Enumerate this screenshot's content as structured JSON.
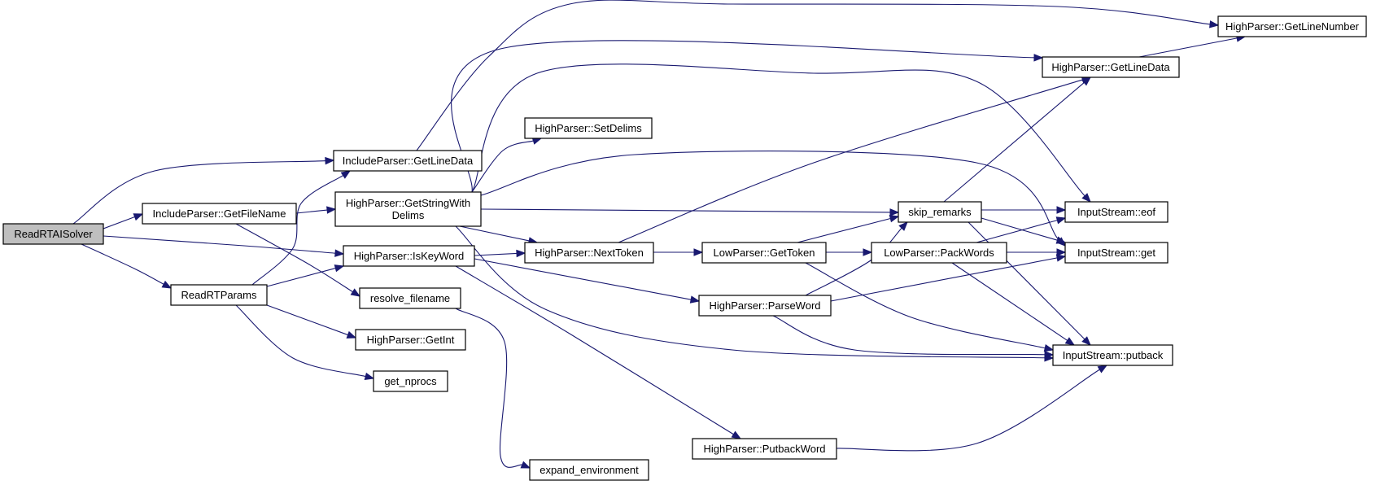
{
  "graph": {
    "edge_color": "#191970",
    "root_fill": "#bfbfbf",
    "node_fill": "#ffffff",
    "nodes": [
      {
        "id": "ReadRTAISolver",
        "lines": [
          "ReadRTAISolver"
        ],
        "root": true
      },
      {
        "id": "IncludeParser_GetLineData",
        "lines": [
          "IncludeParser::GetLineData"
        ]
      },
      {
        "id": "IncludeParser_GetFileName",
        "lines": [
          "IncludeParser::GetFileName"
        ]
      },
      {
        "id": "HighParser_IsKeyWord",
        "lines": [
          "HighParser::IsKeyWord"
        ]
      },
      {
        "id": "ReadRTParams",
        "lines": [
          "ReadRTParams"
        ]
      },
      {
        "id": "HighParser_GetLineNumber",
        "lines": [
          "HighParser::GetLineNumber"
        ]
      },
      {
        "id": "HighParser_GetStringWithDelims",
        "lines": [
          "HighParser::GetStringWith",
          "Delims"
        ]
      },
      {
        "id": "resolve_filename",
        "lines": [
          "resolve_filename"
        ]
      },
      {
        "id": "HighParser_NextToken",
        "lines": [
          "HighParser::NextToken"
        ]
      },
      {
        "id": "HighParser_ParseWord",
        "lines": [
          "HighParser::ParseWord"
        ]
      },
      {
        "id": "HighParser_PutbackWord",
        "lines": [
          "HighParser::PutbackWord"
        ]
      },
      {
        "id": "HighParser_GetInt",
        "lines": [
          "HighParser::GetInt"
        ]
      },
      {
        "id": "get_nprocs",
        "lines": [
          "get_nprocs"
        ]
      },
      {
        "id": "HighParser_GetLineData",
        "lines": [
          "HighParser::GetLineData"
        ]
      },
      {
        "id": "HighParser_SetDelims",
        "lines": [
          "HighParser::SetDelims"
        ]
      },
      {
        "id": "skip_remarks",
        "lines": [
          "skip_remarks"
        ]
      },
      {
        "id": "InputStream_eof",
        "lines": [
          "InputStream::eof"
        ]
      },
      {
        "id": "InputStream_get",
        "lines": [
          "InputStream::get"
        ]
      },
      {
        "id": "InputStream_putback",
        "lines": [
          "InputStream::putback"
        ]
      },
      {
        "id": "expand_environment",
        "lines": [
          "expand_environment"
        ]
      },
      {
        "id": "LowParser_GetToken",
        "lines": [
          "LowParser::GetToken"
        ]
      },
      {
        "id": "LowParser_PackWords",
        "lines": [
          "LowParser::PackWords"
        ]
      }
    ],
    "edges": [
      {
        "from": "ReadRTAISolver",
        "to": "IncludeParser_GetLineData"
      },
      {
        "from": "ReadRTAISolver",
        "to": "IncludeParser_GetFileName"
      },
      {
        "from": "ReadRTAISolver",
        "to": "HighParser_IsKeyWord"
      },
      {
        "from": "ReadRTAISolver",
        "to": "ReadRTParams"
      },
      {
        "from": "IncludeParser_GetLineData",
        "to": "HighParser_GetLineNumber"
      },
      {
        "from": "IncludeParser_GetFileName",
        "to": "HighParser_GetStringWithDelims"
      },
      {
        "from": "IncludeParser_GetFileName",
        "to": "resolve_filename"
      },
      {
        "from": "HighParser_IsKeyWord",
        "to": "HighParser_NextToken"
      },
      {
        "from": "HighParser_IsKeyWord",
        "to": "HighParser_ParseWord"
      },
      {
        "from": "HighParser_IsKeyWord",
        "to": "HighParser_PutbackWord"
      },
      {
        "from": "ReadRTParams",
        "to": "IncludeParser_GetLineData"
      },
      {
        "from": "ReadRTParams",
        "to": "HighParser_IsKeyWord"
      },
      {
        "from": "ReadRTParams",
        "to": "HighParser_GetInt"
      },
      {
        "from": "ReadRTParams",
        "to": "get_nprocs"
      },
      {
        "from": "HighParser_GetStringWithDelims",
        "to": "HighParser_GetLineData"
      },
      {
        "from": "HighParser_GetStringWithDelims",
        "to": "InputStream_eof"
      },
      {
        "from": "HighParser_GetStringWithDelims",
        "to": "HighParser_SetDelims"
      },
      {
        "from": "HighParser_GetStringWithDelims",
        "to": "InputStream_get"
      },
      {
        "from": "HighParser_GetStringWithDelims",
        "to": "skip_remarks"
      },
      {
        "from": "HighParser_GetStringWithDelims",
        "to": "HighParser_NextToken"
      },
      {
        "from": "HighParser_GetStringWithDelims",
        "to": "InputStream_putback"
      },
      {
        "from": "HighParser_GetLineData",
        "to": "HighParser_GetLineNumber"
      },
      {
        "from": "resolve_filename",
        "to": "expand_environment"
      },
      {
        "from": "HighParser_NextToken",
        "to": "HighParser_GetLineData"
      },
      {
        "from": "HighParser_NextToken",
        "to": "LowParser_GetToken"
      },
      {
        "from": "LowParser_GetToken",
        "to": "skip_remarks"
      },
      {
        "from": "LowParser_GetToken",
        "to": "LowParser_PackWords"
      },
      {
        "from": "LowParser_GetToken",
        "to": "InputStream_putback"
      },
      {
        "from": "skip_remarks",
        "to": "HighParser_GetLineData"
      },
      {
        "from": "skip_remarks",
        "to": "InputStream_eof"
      },
      {
        "from": "skip_remarks",
        "to": "InputStream_get"
      },
      {
        "from": "skip_remarks",
        "to": "InputStream_putback"
      },
      {
        "from": "LowParser_PackWords",
        "to": "InputStream_eof"
      },
      {
        "from": "LowParser_PackWords",
        "to": "InputStream_get"
      },
      {
        "from": "LowParser_PackWords",
        "to": "InputStream_putback"
      },
      {
        "from": "HighParser_ParseWord",
        "to": "skip_remarks"
      },
      {
        "from": "HighParser_ParseWord",
        "to": "InputStream_get"
      },
      {
        "from": "HighParser_ParseWord",
        "to": "InputStream_putback"
      },
      {
        "from": "HighParser_PutbackWord",
        "to": "InputStream_putback"
      }
    ]
  }
}
